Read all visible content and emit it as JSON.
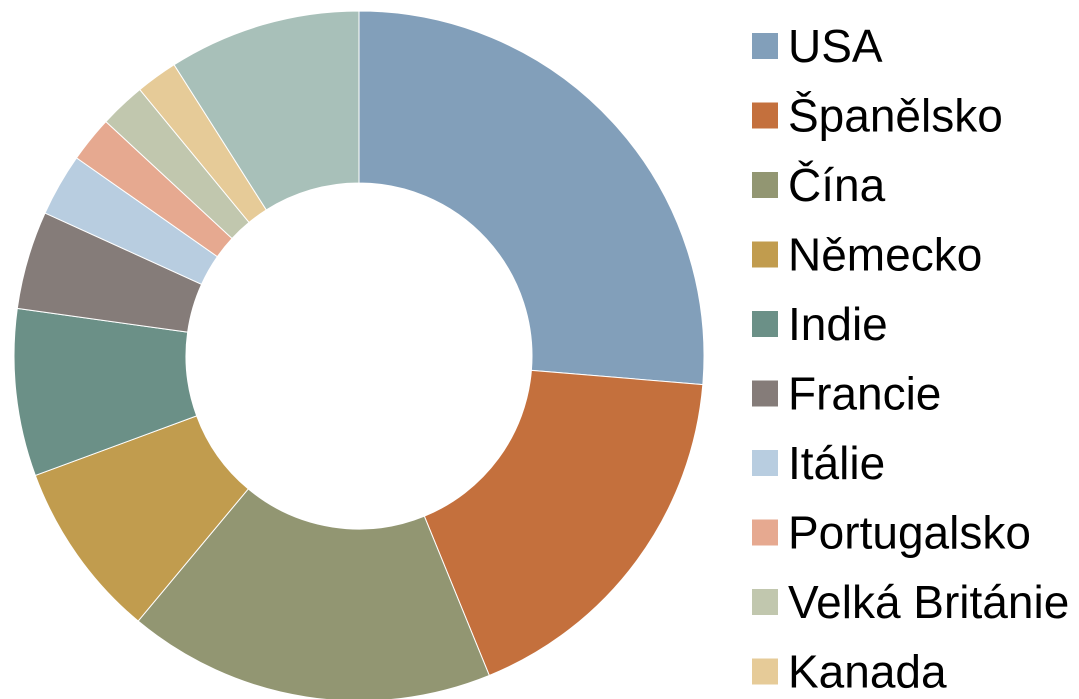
{
  "chart_data": {
    "type": "pie",
    "donut": true,
    "legend_position": "right",
    "categories": [
      "USA",
      "Španělsko",
      "Čína",
      "Německo",
      "Indie",
      "Francie",
      "Itálie",
      "Portugalsko",
      "Velká Británie",
      "Kanada"
    ],
    "values": [
      26.9,
      17.9,
      17.6,
      8.5,
      8.0,
      4.7,
      3.0,
      2.2,
      2.2,
      2.0,
      9.2
    ],
    "colors": [
      "#829fba",
      "#c4703d",
      "#929672",
      "#c19c4e",
      "#6b9087",
      "#857c79",
      "#b8cde0",
      "#e6a990",
      "#c1c7ae",
      "#e6cb98",
      "#a8c0b9"
    ],
    "legend": [
      {
        "label": "USA",
        "color": "#829fba"
      },
      {
        "label": "Španělsko",
        "color": "#c4703d"
      },
      {
        "label": "Čína",
        "color": "#929672"
      },
      {
        "label": "Německo",
        "color": "#c19c4e"
      },
      {
        "label": "Indie",
        "color": "#6b9087"
      },
      {
        "label": "Francie",
        "color": "#857c79"
      },
      {
        "label": "Itálie",
        "color": "#b8cde0"
      },
      {
        "label": "Portugalsko",
        "color": "#e6a990"
      },
      {
        "label": "Velká Británie",
        "color": "#c1c7ae"
      },
      {
        "label": "Kanada",
        "color": "#e6cb98"
      }
    ]
  }
}
